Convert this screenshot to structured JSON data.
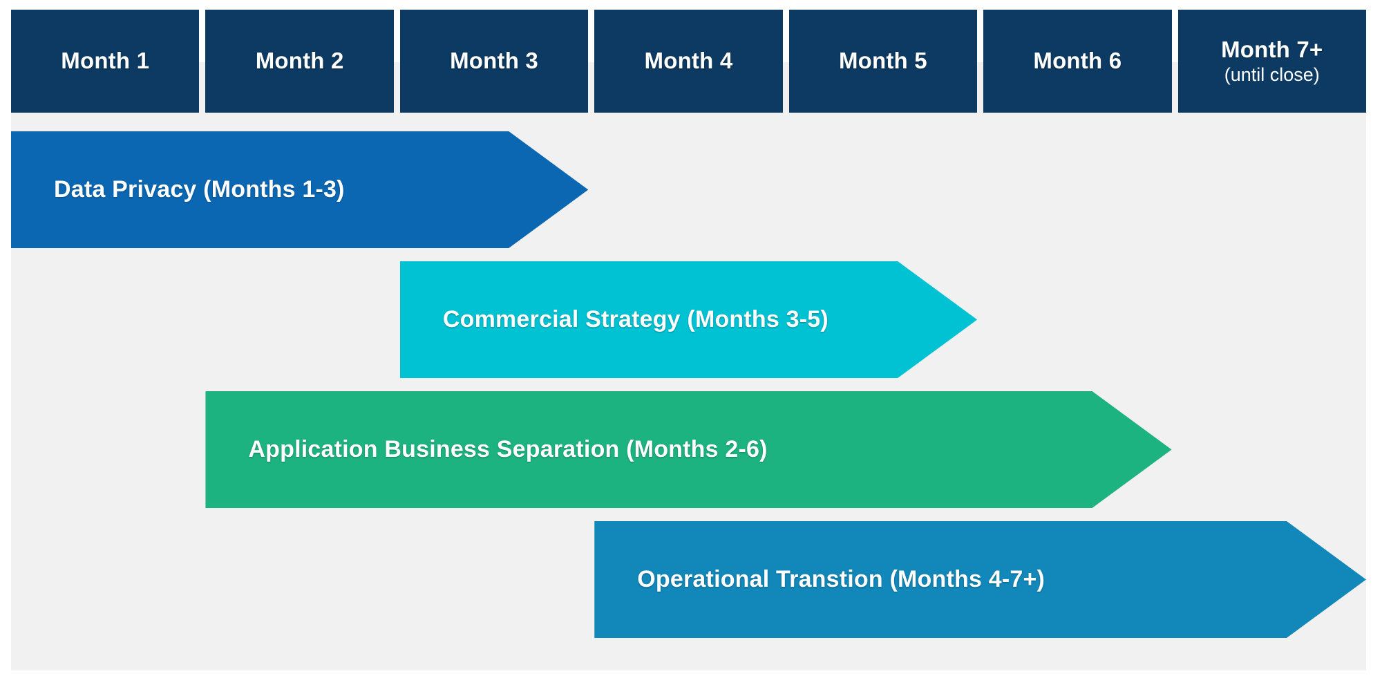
{
  "background": {
    "page": "#ffffff",
    "panel": "#f1f1f1"
  },
  "header": {
    "background": "#0d3a62",
    "text_color": "#ffffff",
    "columns": [
      {
        "label": "Month 1"
      },
      {
        "label": "Month 2"
      },
      {
        "label": "Month 3"
      },
      {
        "label": "Month 4"
      },
      {
        "label": "Month 5"
      },
      {
        "label": "Month 6"
      },
      {
        "label": "Month 7+",
        "sublabel": "(until close)"
      }
    ]
  },
  "phases": [
    {
      "label": "Data Privacy (Months 1-3)",
      "start_month": 1,
      "end_month": 3,
      "color": "#0b67b2"
    },
    {
      "label": "Commercial Strategy (Months 3-5)",
      "start_month": 3,
      "end_month": 5,
      "color": "#00c2d3"
    },
    {
      "label": "Application Business Separation (Months 2-6)",
      "start_month": 2,
      "end_month": 6,
      "color": "#1db381"
    },
    {
      "label": "Operational Transtion (Months 4-7+)",
      "start_month": 4,
      "end_month": 7,
      "color": "#1287b9"
    }
  ],
  "chart_data": {
    "type": "bar",
    "subtype": "gantt_timeline",
    "orientation": "horizontal",
    "title": "",
    "xlabel": "",
    "ylabel": "",
    "x_ticks": [
      "Month 1",
      "Month 2",
      "Month 3",
      "Month 4",
      "Month 5",
      "Month 6",
      "Month 7+ (until close)"
    ],
    "x_range_months": [
      1,
      8
    ],
    "grid": false,
    "legend": false,
    "series": [
      {
        "name": "Data Privacy (Months 1-3)",
        "start": 1,
        "end": 3,
        "color": "#0b67b2"
      },
      {
        "name": "Commercial Strategy (Months 3-5)",
        "start": 3,
        "end": 5,
        "color": "#00c2d3"
      },
      {
        "name": "Application Business Separation (Months 2-6)",
        "start": 2,
        "end": 6,
        "color": "#1db381"
      },
      {
        "name": "Operational Transtion (Months 4-7+)",
        "start": 4,
        "end": 7,
        "color": "#1287b9"
      }
    ]
  }
}
